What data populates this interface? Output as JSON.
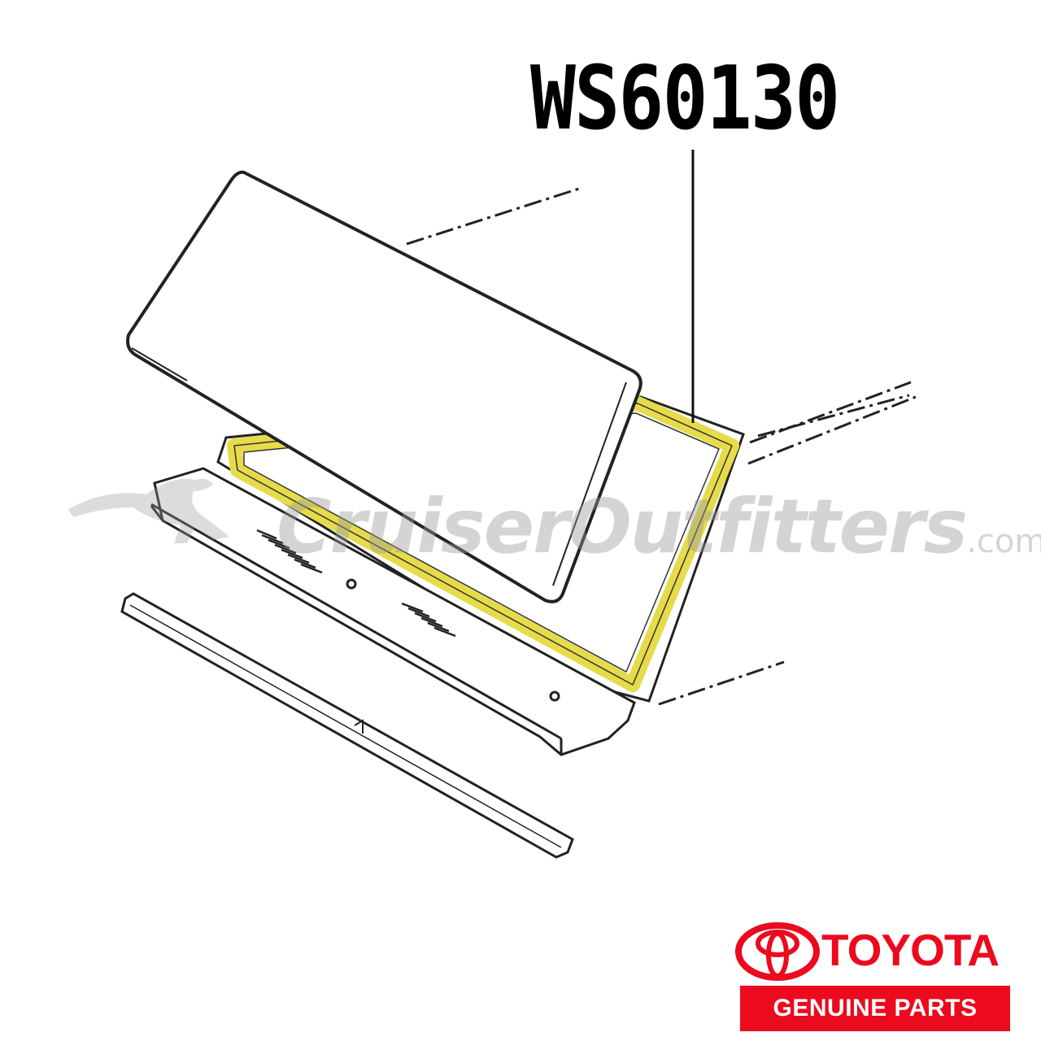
{
  "callout": {
    "part_number": "WS60130",
    "highlight_color": "#E6DB4A"
  },
  "watermark": {
    "brand": "CruiserOutfitters",
    "suffix": ".com",
    "color": "#9a9a9a",
    "icon": "kangaroo-silhouette-icon"
  },
  "brand": {
    "name": "TOYOTA",
    "tagline": "GENUINE PARTS",
    "color": "#EB0A1E",
    "icon": "toyota-emblem-icon"
  }
}
